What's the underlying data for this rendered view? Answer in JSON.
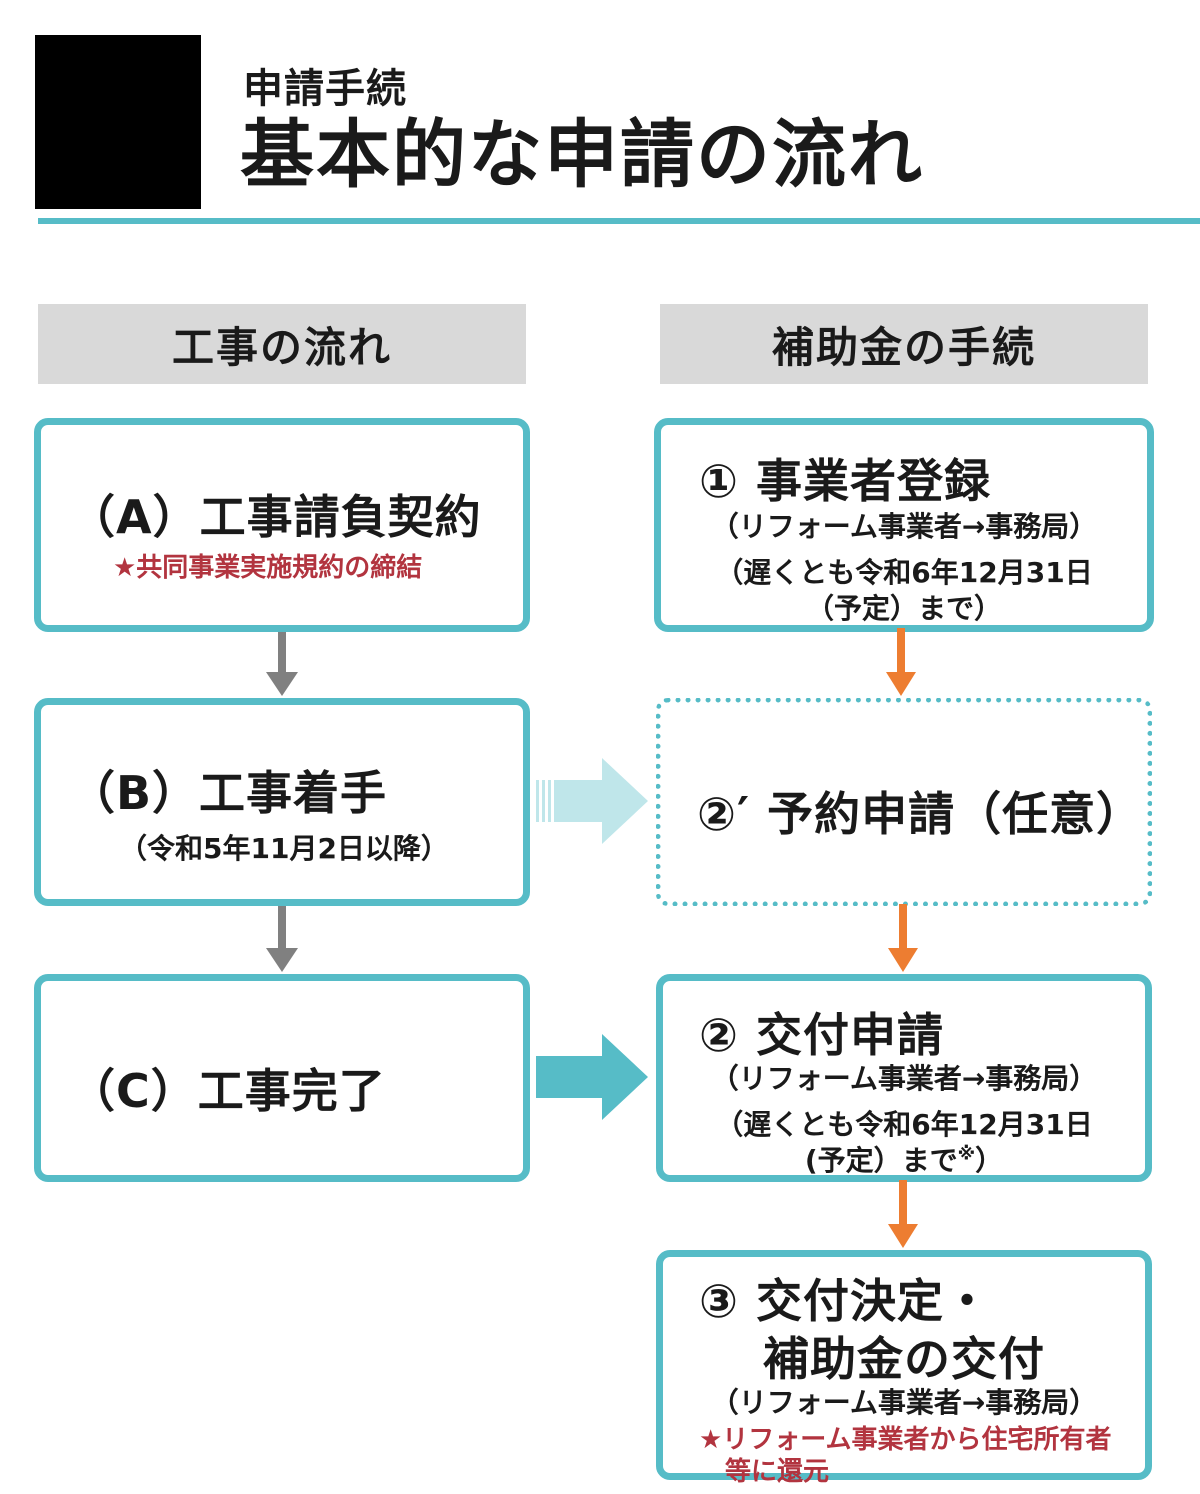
{
  "header": {
    "subtitle": "申請手続",
    "title": "基本的な申請の流れ"
  },
  "columns": {
    "left_title": "工事の流れ",
    "right_title": "補助金の手続"
  },
  "construction_steps": [
    {
      "label": "（A）工事請負契約",
      "note": "★共同事業実施規約の締結"
    },
    {
      "label": "（B）工事着手",
      "note": "（令和5年11月2日以降）"
    },
    {
      "label": "（C）工事完了"
    }
  ],
  "subsidy_steps": [
    {
      "label": "① 事業者登録",
      "flow": "（リフォーム事業者→事務局）",
      "deadline_line1": "（遅くとも令和6年12月31日",
      "deadline_line2": "（予定）まで）"
    },
    {
      "label": "②′ 予約申請（任意）"
    },
    {
      "label": "② 交付申請",
      "flow": "（リフォーム事業者→事務局）",
      "deadline_line1": "（遅くとも令和6年12月31日",
      "deadline_line2": "(予定）まで",
      "deadline_mark": "※",
      "deadline_close": "）"
    },
    {
      "label_line1": "③ 交付決定・",
      "label_line2": "補助金の交付",
      "flow": "（リフォーム事業者→事務局）",
      "note_line1": "★リフォーム事業者から住宅所有者",
      "note_line2": "等に還元"
    }
  ],
  "colors": {
    "accent": "#56bcc7",
    "accent_light": "#bfe6ea",
    "arrow_gray": "#808080",
    "arrow_orange": "#ed7d31",
    "note_red": "#b2343f",
    "header_gray": "#d9d9d9"
  }
}
